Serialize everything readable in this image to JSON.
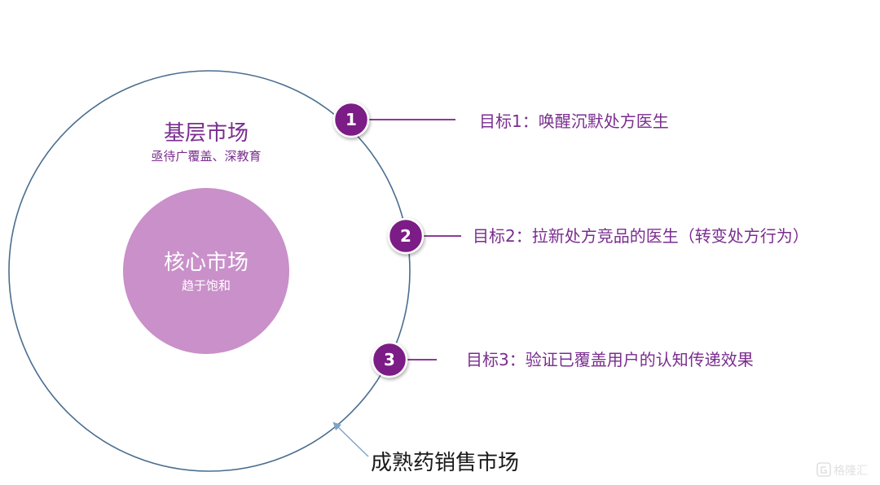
{
  "outer_market": {
    "title": "基层市场",
    "subtitle": "亟待广覆盖、深教育"
  },
  "core_market": {
    "title": "核心市场",
    "subtitle": "趋于饱和"
  },
  "goals": [
    {
      "number": "1",
      "text": "目标1：唤醒沉默处方医生"
    },
    {
      "number": "2",
      "text": "目标2：拉新处方竞品的医生（转变处方行为）"
    },
    {
      "number": "3",
      "text": "目标3：验证已覆盖用户的认知传递效果"
    }
  ],
  "market_label": "成熟药销售市场",
  "watermark": "格隆汇",
  "colors": {
    "outer_stroke": "#4a6e8f",
    "core_fill": "#c990c9",
    "badge_fill": "#7b1f86",
    "connector": "#7b1f86",
    "text_purple": "#7a2d8f",
    "pointer": "#7fa3c4"
  }
}
